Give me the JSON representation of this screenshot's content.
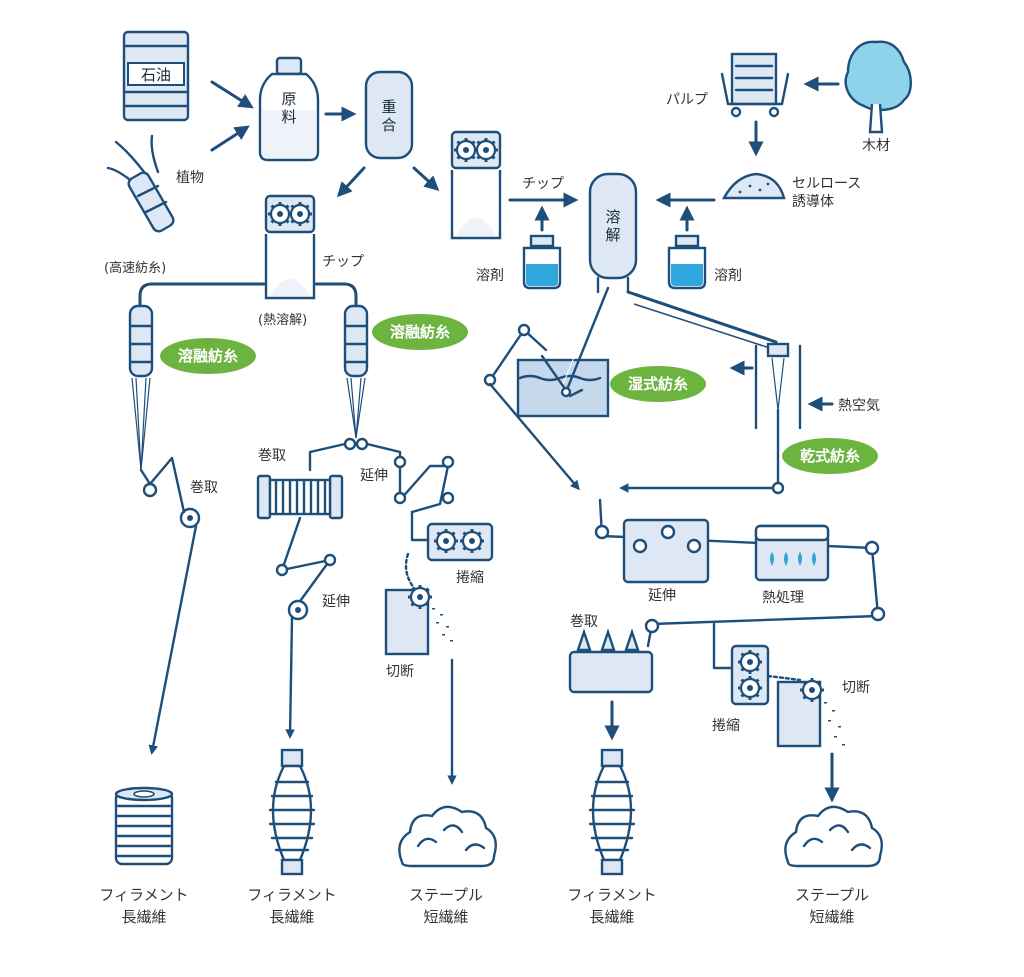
{
  "colors": {
    "line": "#1e4f7a",
    "fill_light": "#dde8f4",
    "fill_mid": "#c6d8ec",
    "liquid": "#2fa7dc",
    "badge": "#6db33f",
    "tree": "#8fd3ea"
  },
  "icons": [
    "oil-barrel-icon",
    "sugarcane-icon",
    "bottle-icon",
    "tank-icon",
    "hopper-icon",
    "flask-icon",
    "tree-icon",
    "pulp-cart-icon",
    "powder-icon",
    "spinneret-icon",
    "roller-icon",
    "bobbin-icon",
    "crimper-icon",
    "cutter-icon",
    "heater-icon",
    "spool-icon",
    "cotton-icon"
  ],
  "sources": {
    "petroleum": "石油",
    "plant": "植物",
    "raw_material": "原料",
    "polymerization": "重合",
    "wood": "木材",
    "pulp": "パルプ",
    "cellulose_line1": "セルロース",
    "cellulose_line2": "誘導体"
  },
  "labels": {
    "chip_left": "チップ",
    "chip_right": "チップ",
    "high_speed": "(高速紡糸)",
    "melt_heat": "(熱溶解)",
    "solvent_left": "溶剤",
    "solvent_right": "溶剤",
    "dissolve": "溶解",
    "winding_1": "巻取",
    "winding_2": "巻取",
    "winding_3": "巻取",
    "drawing_1": "延伸",
    "drawing_2": "延伸",
    "drawing_3": "延伸",
    "crimp_1": "捲縮",
    "crimp_2": "捲縮",
    "cut_1": "切断",
    "cut_2": "切断",
    "hot_air": "熱空気",
    "heat_treatment": "熱処理"
  },
  "badges": {
    "melt_spin_left": "溶融紡糸",
    "melt_spin_right": "溶融紡糸",
    "wet_spin": "湿式紡糸",
    "dry_spin": "乾式紡糸"
  },
  "outputs": [
    {
      "line1": "フィラメント",
      "line2": "長繊維"
    },
    {
      "line1": "フィラメント",
      "line2": "長繊維"
    },
    {
      "line1": "ステープル",
      "line2": "短繊維"
    },
    {
      "line1": "フィラメント",
      "line2": "長繊維"
    },
    {
      "line1": "ステープル",
      "line2": "短繊維"
    }
  ]
}
